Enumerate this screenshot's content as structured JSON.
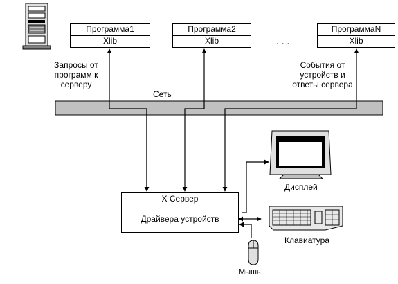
{
  "programs": [
    {
      "name": "Программа1",
      "lib": "Xlib"
    },
    {
      "name": "Программа2",
      "lib": "Xlib"
    },
    {
      "name": "ПрограммаN",
      "lib": "Xlib"
    }
  ],
  "ellipsis": ". . .",
  "requests_label": [
    "Запросы от",
    "программ к",
    "серверу"
  ],
  "events_label": [
    "События от",
    "устройств и",
    "ответы сервера"
  ],
  "network_label": "Сеть",
  "server": {
    "title": "X Сервер",
    "drivers": "Драйвера устройств"
  },
  "devices": {
    "display": "Дисплей",
    "keyboard": "Клавиатура",
    "mouse": "Мышь"
  },
  "icons": {
    "workstation": "server-tower-icon",
    "display": "monitor-icon",
    "keyboard": "keyboard-icon",
    "mouse": "mouse-icon"
  },
  "colors": {
    "network_bar": "#c0c0c0",
    "line": "#000000",
    "screen": "#000000"
  }
}
